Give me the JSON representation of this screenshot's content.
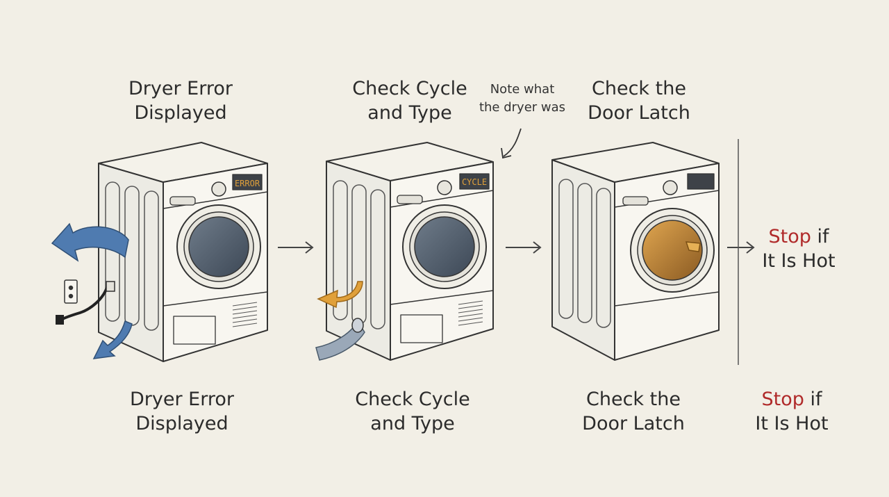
{
  "steps": [
    {
      "line1": "Dryer Error",
      "line2": "Displayed",
      "display": "ERROR"
    },
    {
      "line1": "Check Cycle",
      "line2": "and Type",
      "display": "CYCLE"
    },
    {
      "line1": "Check the",
      "line2": "Door Latch",
      "display": ""
    },
    {
      "stop_word": "Stop",
      "line1_rest": " if",
      "line2": "It Is Hot"
    }
  ],
  "note": {
    "line1": "Note what",
    "line2": "the dryer was"
  },
  "bottom": [
    {
      "line1": "Dryer Error",
      "line2": "Displayed"
    },
    {
      "line1": "Check Cycle",
      "line2": "and Type"
    },
    {
      "line1": "Check the",
      "line2": "Door Latch"
    },
    {
      "stop_word": "Stop",
      "line1_rest": " if",
      "line2": "It Is Hot"
    }
  ],
  "colors": {
    "background": "#f2efe6",
    "stop": "#b02a2a",
    "flow_arrow": "#4f7bb0",
    "accent_arrow": "#e0a03a",
    "drum_orange": "#c98a32"
  }
}
